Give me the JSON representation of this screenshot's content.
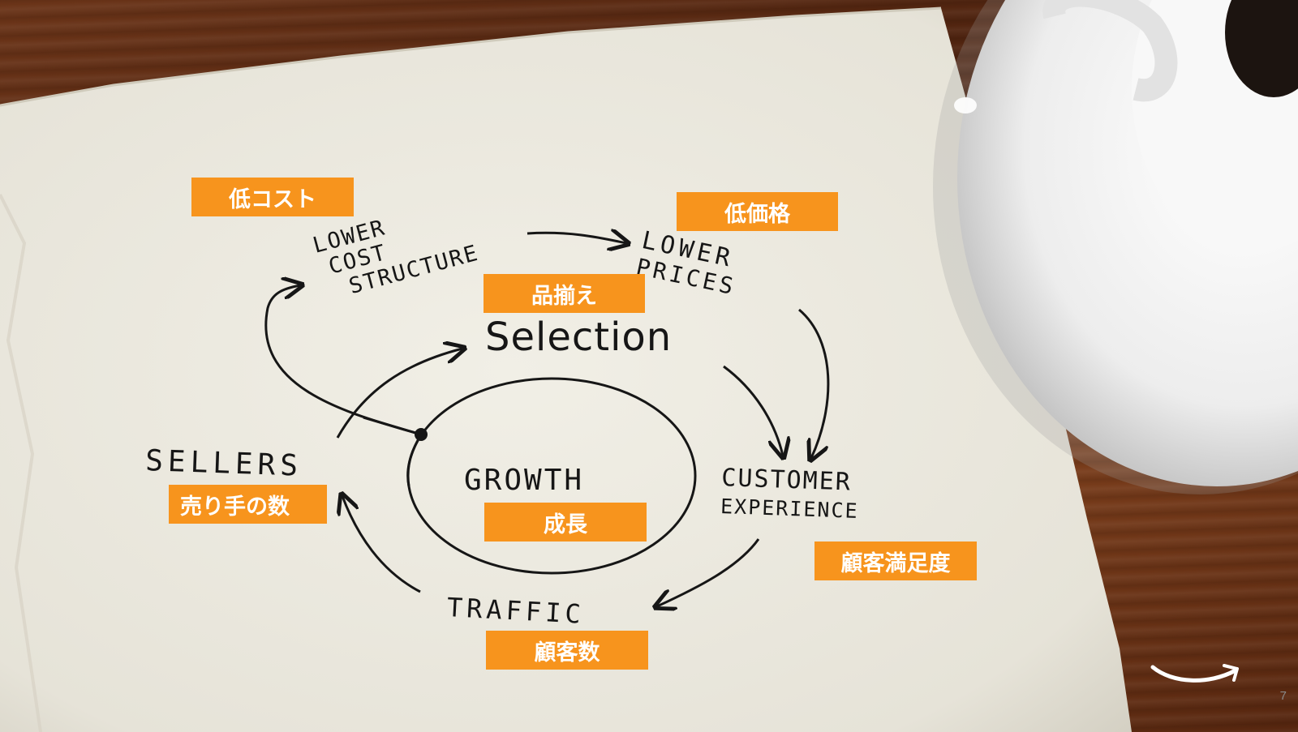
{
  "handwritten": {
    "lower_cost_structure": [
      "LOWER",
      "COST",
      "STRUCTURE"
    ],
    "lower_prices": [
      "LOWER",
      "PRICES"
    ],
    "selection": "Selection",
    "sellers": "SELLERS",
    "growth": "GROWTH",
    "customer_experience": [
      "CUSTOMER",
      "EXPERIENCE"
    ],
    "traffic": "TRAFFIC"
  },
  "tags": {
    "low_cost": "低コスト",
    "low_price": "低価格",
    "selection": "品揃え",
    "sellers_count": "売り手の数",
    "growth": "成長",
    "customer_satisfaction": "顧客満足度",
    "customer_count": "顧客数"
  },
  "colors": {
    "tag_background": "#f7941d",
    "tag_text": "#ffffff",
    "ink": "#161616"
  },
  "icons": {
    "logo": "amazon-smile-arrow-icon"
  },
  "page_number": "7"
}
